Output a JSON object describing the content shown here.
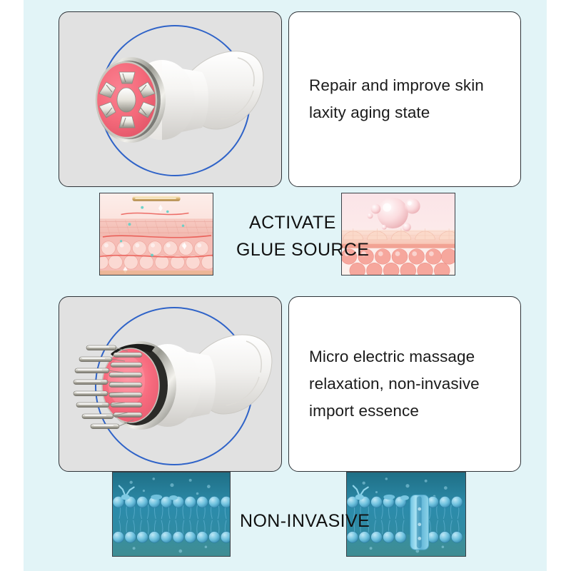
{
  "page": {
    "background_color": "#e2f4f7",
    "margin_color": "#ffffff",
    "card_border_color": "#2e3338",
    "image_card_bg": "#e1e1e1",
    "text_card_bg": "#ffffff",
    "accent_blue": "#2f63c8",
    "device_pink": "#f4697a",
    "device_white": "#f4f3f1",
    "chrome": "#b8b8b2",
    "skin_pink": "#f3b7b2",
    "membrane_blue": "#2e8fae"
  },
  "sections": [
    {
      "id": "rf-section",
      "image_card": {
        "name": "rf-head-photo",
        "device": "rf-rosette-head",
        "alt": "White RF beauty device head with coral face plate and six silver electrodes"
      },
      "text_card": {
        "name": "rf-benefit-text",
        "lines": [
          "Repair and improve skin",
          "laxity aging state"
        ]
      },
      "banner": {
        "label_lines": [
          "ACTIVATE",
          "GLUE SOURCE"
        ],
        "thumbnails": [
          {
            "name": "skin-cross-section-thumb",
            "kind": "skin-layers",
            "alt": "Cross section of skin layers with device applicator and collagen lattice"
          },
          {
            "name": "skin-bubbles-thumb",
            "kind": "skin-bubbles",
            "alt": "Essence droplets absorbing into quilted pink skin surface"
          }
        ]
      }
    },
    {
      "id": "microcurrent-section",
      "image_card": {
        "name": "microcurrent-head-photo",
        "device": "pin-massage-head",
        "alt": "White beauty device head with pink glow and rows of metal massage pins"
      },
      "text_card": {
        "name": "microcurrent-benefit-text",
        "lines": [
          "Micro electric massage",
          "relaxation, non-invasive",
          "import essence"
        ]
      },
      "banner": {
        "label_lines": [
          "NON-INVASIVE"
        ],
        "thumbnails": [
          {
            "name": "lipid-bilayer-thumb",
            "kind": "bilayer-plain",
            "alt": "Blue phospholipid bilayer cell membrane"
          },
          {
            "name": "lipid-bilayer-channel-thumb",
            "kind": "bilayer-channel",
            "alt": "Blue phospholipid bilayer with open transport channel"
          }
        ]
      }
    }
  ]
}
